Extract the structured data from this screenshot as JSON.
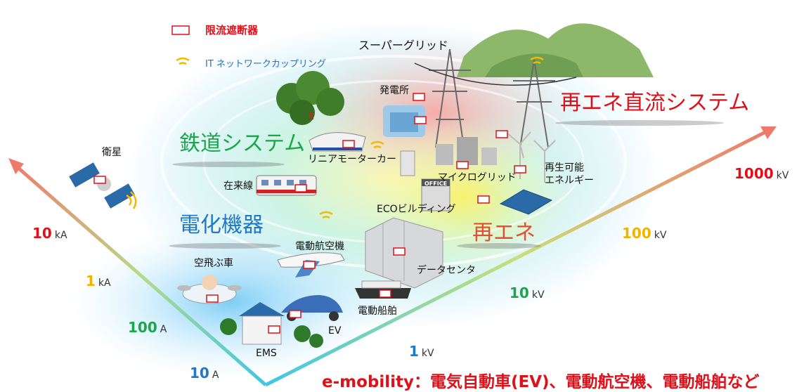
{
  "legend": {
    "breaker_label": "限流遮断器",
    "it_label": "IT ネットワークカップリング"
  },
  "regions": {
    "railway": "鉄道システム",
    "appliances": "電化機器",
    "renewable_dc": "再エネ直流システム",
    "renewable": "再エネ"
  },
  "items": {
    "supergrid": "スーパーグリッド",
    "power_plant": "発電所",
    "maglev": "リニアモーターカー",
    "conventional_line": "在来線",
    "microgrid": "マイクログリッド",
    "renewable_energy_1": "再生可能",
    "renewable_energy_2": "エネルギー",
    "eco_building": "ECOビルディング",
    "satellite": "衛星",
    "electric_aircraft": "電動航空機",
    "flying_car": "空飛ぶ車",
    "data_center": "データセンタ",
    "electric_ship": "電動船舶",
    "ev": "EV",
    "ems": "EMS",
    "office_sign": "OFFICE"
  },
  "current_axis": [
    {
      "value": "10",
      "unit": "kA",
      "color": "#e0101a"
    },
    {
      "value": "1",
      "unit": "kA",
      "color": "#f0b400"
    },
    {
      "value": "100",
      "unit": "A",
      "color": "#1aa64a"
    },
    {
      "value": "10",
      "unit": "A",
      "color": "#1f78c8"
    }
  ],
  "voltage_axis": [
    {
      "value": "1000",
      "unit": "kV",
      "color": "#e0101a"
    },
    {
      "value": "100",
      "unit": "kV",
      "color": "#f0b400"
    },
    {
      "value": "10",
      "unit": "kV",
      "color": "#1aa64a"
    },
    {
      "value": "1",
      "unit": "kV",
      "color": "#1f78c8"
    }
  ],
  "caption": "e-mobility：電気自動車(EV)、電動航空機、電動船舶など",
  "colors": {
    "breaker": "#e0101a",
    "wifi": "#f5b800",
    "axis_low": "#3fc7e6",
    "axis_high": "#f07a6a"
  }
}
